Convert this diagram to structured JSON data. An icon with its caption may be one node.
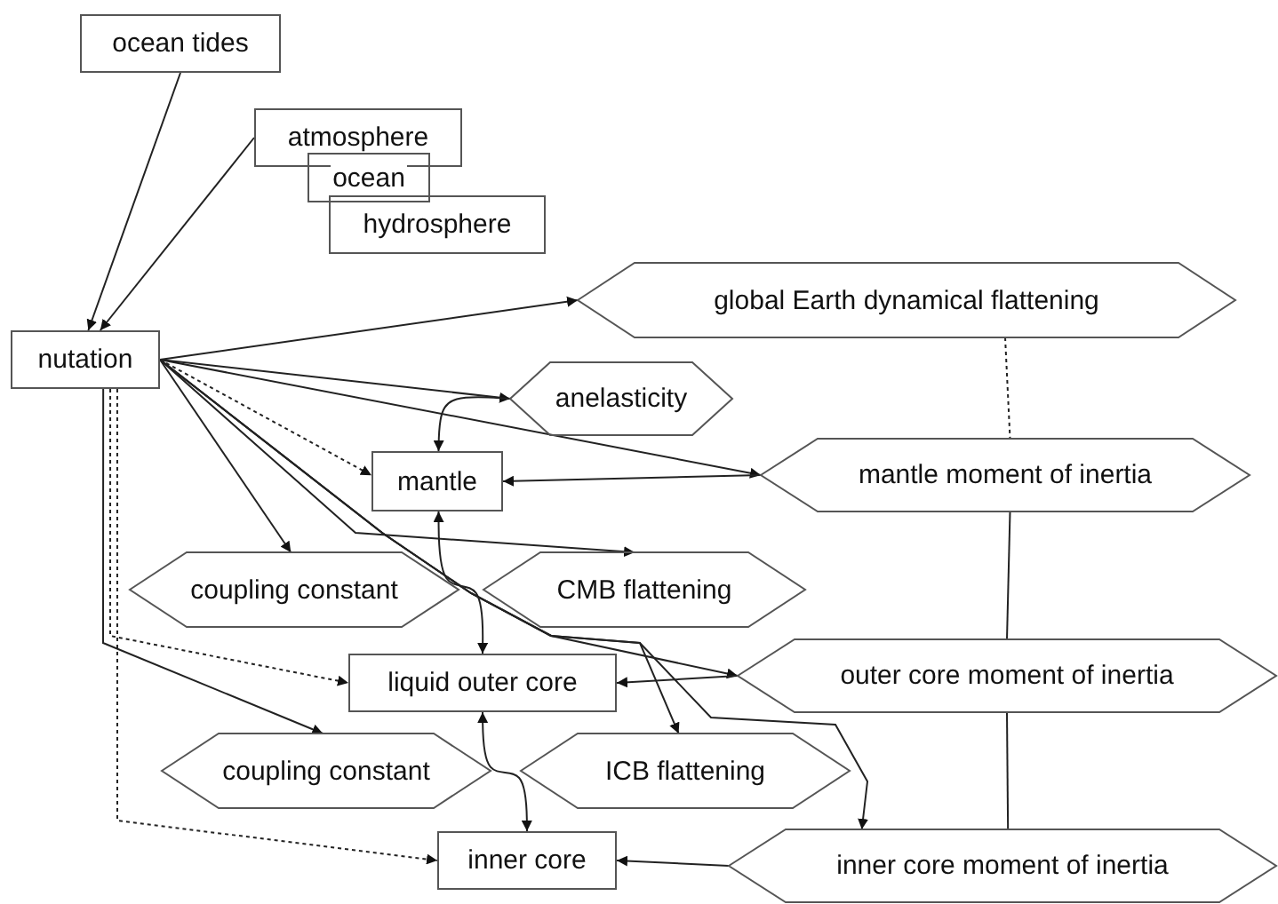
{
  "diagram": {
    "nodes": [
      {
        "text": [
          "ocean tides"
        ]
      },
      {
        "text": [
          "atmosphere"
        ]
      },
      {
        "text": [
          "ocean"
        ]
      },
      {
        "text": [
          "hydrosphere"
        ]
      },
      {
        "text": [
          "nutation"
        ]
      },
      {
        "text": [
          "global Earth dynamical flattening"
        ]
      },
      {
        "text": [
          "anelasticity"
        ]
      },
      {
        "text": [
          "mantle"
        ]
      },
      {
        "text": [
          "mantle moment of inertia"
        ]
      },
      {
        "text": [
          "coupling constant"
        ]
      },
      {
        "text": [
          "CMB flattening"
        ]
      },
      {
        "text": [
          "liquid outer core"
        ]
      },
      {
        "text": [
          "outer core moment of inertia"
        ]
      },
      {
        "text": [
          "coupling constant"
        ]
      },
      {
        "text": [
          "ICB flattening"
        ]
      },
      {
        "text": [
          "inner core"
        ]
      },
      {
        "text": [
          "inner core moment of inertia"
        ]
      }
    ],
    "edges": [
      {
        "from": 0,
        "to": 4,
        "arrow": "to"
      },
      {
        "from": 1,
        "to": 4,
        "arrow": "to"
      },
      {
        "from": 4,
        "to": 5,
        "arrow": "to"
      },
      {
        "from": 4,
        "to": 6,
        "arrow": "to"
      },
      {
        "from": 4,
        "to": 8,
        "arrow": "to"
      },
      {
        "from": 4,
        "to": 7,
        "arrow": "to",
        "style": "dashed"
      },
      {
        "from": 4,
        "to": 9,
        "arrow": "to"
      },
      {
        "from": 4,
        "to": 10,
        "arrow": "to"
      },
      {
        "from": 4,
        "to": 11,
        "arrow": "to",
        "style": "dashed"
      },
      {
        "from": 4,
        "to": 12,
        "arrow": "to"
      },
      {
        "from": 4,
        "to": 13,
        "arrow": "to"
      },
      {
        "from": 4,
        "to": 14,
        "arrow": "to"
      },
      {
        "from": 4,
        "to": 15,
        "arrow": "to",
        "style": "dashed"
      },
      {
        "from": 4,
        "to": 16,
        "arrow": "to"
      },
      {
        "from": 6,
        "to": 7,
        "arrow": "to"
      },
      {
        "from": 8,
        "to": 7,
        "arrow": "to"
      },
      {
        "from": 7,
        "to": 11,
        "arrow": "both"
      },
      {
        "from": 12,
        "to": 11,
        "arrow": "to"
      },
      {
        "from": 11,
        "to": 15,
        "arrow": "both"
      },
      {
        "from": 16,
        "to": 15,
        "arrow": "to"
      },
      {
        "from": 5,
        "to": 8,
        "arrow": "none",
        "style": "dashed"
      },
      {
        "from": 8,
        "to": 12,
        "arrow": "none"
      },
      {
        "from": 12,
        "to": 16,
        "arrow": "none"
      }
    ]
  }
}
